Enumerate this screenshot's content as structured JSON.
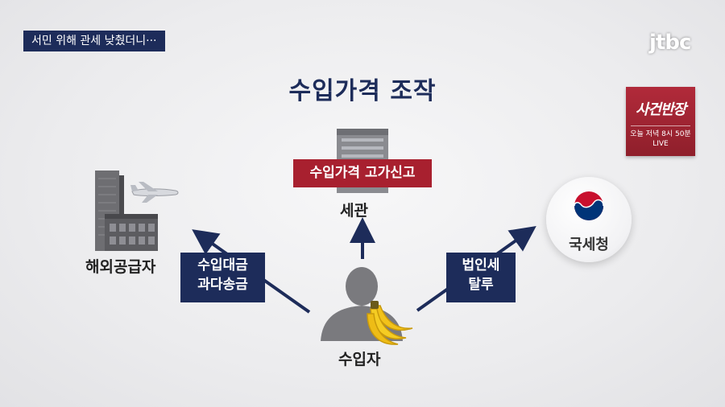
{
  "caption": "서민 위해 관세 낮췄더니···",
  "broadcaster": {
    "logo": "jtbc"
  },
  "program_badge": {
    "name": "사건반장",
    "time": "오늘 저녁 8시 50분",
    "live": "LIVE"
  },
  "title": "수입가격 조작",
  "nodes": {
    "supplier": "해외공급자",
    "customs": "세관",
    "nts": "국세청",
    "importer": "수입자"
  },
  "customs_box": "수입가격 고가신고",
  "left_box": {
    "line1": "수입대금",
    "line2": "과다송금"
  },
  "right_box": {
    "line1": "법인세",
    "line2": "탈루"
  },
  "icons": [
    "building-icon",
    "airplane-icon",
    "office-building-icon",
    "government-emblem-icon",
    "person-silhouette-icon",
    "banana-icon"
  ],
  "colors": {
    "navy": "#1d2c5a",
    "red": "#a8202f",
    "arrow": "#1d2c5a"
  }
}
